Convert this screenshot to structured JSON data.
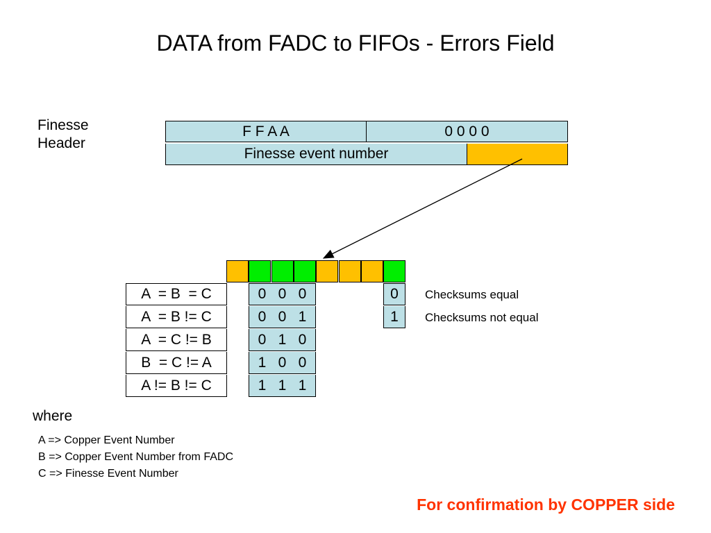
{
  "title": "DATA from FADC to FIFOs - Errors Field",
  "finesse_header": {
    "label_line1": "Finesse",
    "label_line2": "Header",
    "row1": [
      "F F A A",
      "0 0 0 0"
    ],
    "row2": "Finesse event number"
  },
  "colors": {
    "light_blue": "#bde0e6",
    "orange": "#ffc000",
    "green": "#00ee00",
    "footer_red": "#ff3300"
  },
  "bit_colors": [
    "orange",
    "green",
    "green",
    "green",
    "orange",
    "orange",
    "orange",
    "green"
  ],
  "conditions": [
    {
      "label": "A  = B  = C",
      "bits": [
        "0",
        "0",
        "0"
      ]
    },
    {
      "label": "A  = B != C",
      "bits": [
        "0",
        "0",
        "1"
      ]
    },
    {
      "label": "A  = C != B",
      "bits": [
        "0",
        "1",
        "0"
      ]
    },
    {
      "label": "B  = C != A",
      "bits": [
        "1",
        "0",
        "0"
      ]
    },
    {
      "label": "A != B != C",
      "bits": [
        "1",
        "1",
        "1"
      ]
    }
  ],
  "checksums": [
    {
      "bit": "0",
      "text": "Checksums equal"
    },
    {
      "bit": "1",
      "text": "Checksums not equal"
    }
  ],
  "where_label": "where",
  "definitions": [
    "A => Copper Event Number",
    "B => Copper Event Number from FADC",
    "C => Finesse Event Number"
  ],
  "footer": "For confirmation by COPPER side"
}
